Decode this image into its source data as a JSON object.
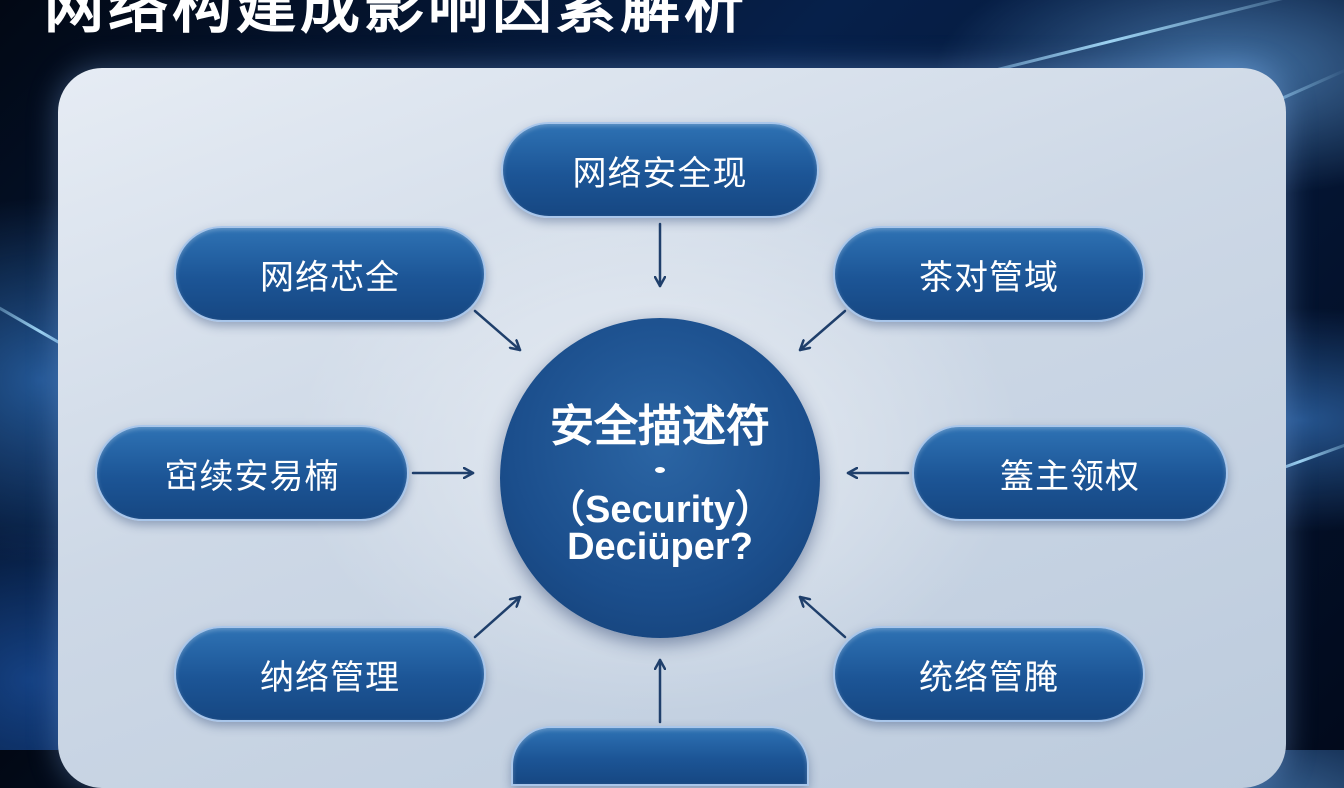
{
  "page": {
    "title": "网络构建成影响因素解析"
  },
  "diagram": {
    "center": {
      "title_cn": "安全描述符",
      "title_en_line1": "（Security）",
      "title_en_line2": "Deciüper?"
    },
    "nodes": [
      {
        "id": "top",
        "label": "网络安全现"
      },
      {
        "id": "upper-left",
        "label": "网络芯全"
      },
      {
        "id": "upper-right",
        "label": "茶对管域"
      },
      {
        "id": "middle-left",
        "label": "窋续安易楠"
      },
      {
        "id": "middle-right",
        "label": "篕主领权"
      },
      {
        "id": "lower-left",
        "label": "纳络管理"
      },
      {
        "id": "lower-right",
        "label": "统络管腌"
      },
      {
        "id": "bottom",
        "label": ""
      }
    ],
    "colors": {
      "node_fill": "#1c5596",
      "node_border": "#a9c6ea",
      "center_fill": "#1b4e8c",
      "arrow": "#1f3f6b",
      "panel": "#cdd8e6"
    }
  }
}
